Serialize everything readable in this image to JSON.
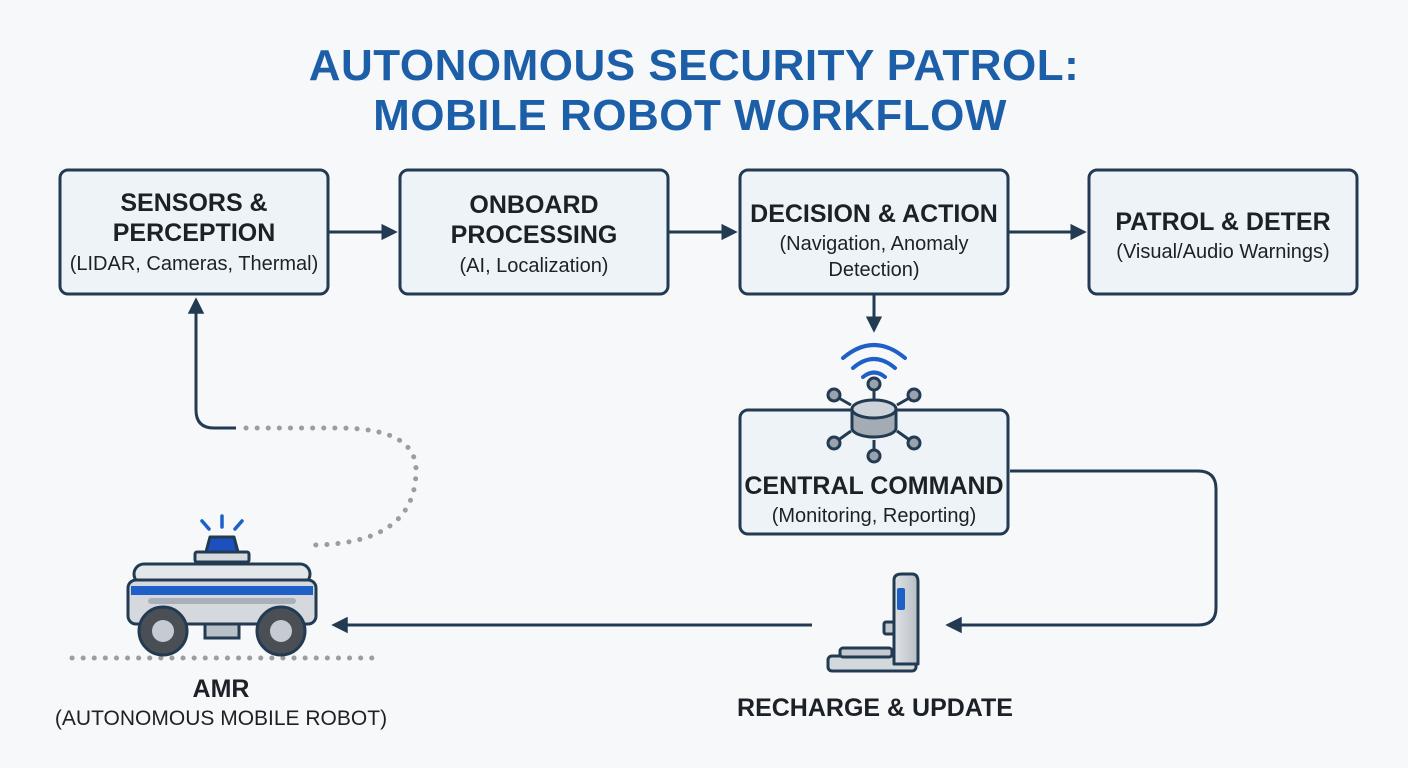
{
  "title": {
    "line1": "AUTONOMOUS SECURITY PATROL:",
    "line2": "MOBILE ROBOT WORKFLOW"
  },
  "nodes": {
    "sensors": {
      "title_line1": "SENSORS &",
      "title_line2": "PERCEPTION",
      "subtitle": "(LIDAR, Cameras, Thermal)"
    },
    "processing": {
      "title_line1": "ONBOARD",
      "title_line2": "PROCESSING",
      "subtitle": "(AI, Localization)"
    },
    "decision": {
      "title": "DECISION & ACTION",
      "subtitle_line1": "(Navigation, Anomaly",
      "subtitle_line2": "Detection)"
    },
    "patrol": {
      "title": "PATROL & DETER",
      "subtitle": "(Visual/Audio Warnings)"
    },
    "central": {
      "title": "CENTRAL COMMAND",
      "subtitle": "(Monitoring, Reporting)"
    }
  },
  "amr": {
    "title": "AMR",
    "subtitle": "(AUTONOMOUS MOBILE ROBOT)"
  },
  "recharge": {
    "title": "RECHARGE & UPDATE"
  },
  "icons": {
    "wifi": "wifi-signal-icon",
    "hub": "network-hub-icon",
    "robot": "security-robot-icon",
    "station": "charging-station-icon"
  },
  "colors": {
    "title": "#1c5fa8",
    "box_fill": "#eef3f8",
    "box_stroke": "#223a52",
    "accent_blue": "#1e5fc8",
    "arrow": "#233b52"
  }
}
